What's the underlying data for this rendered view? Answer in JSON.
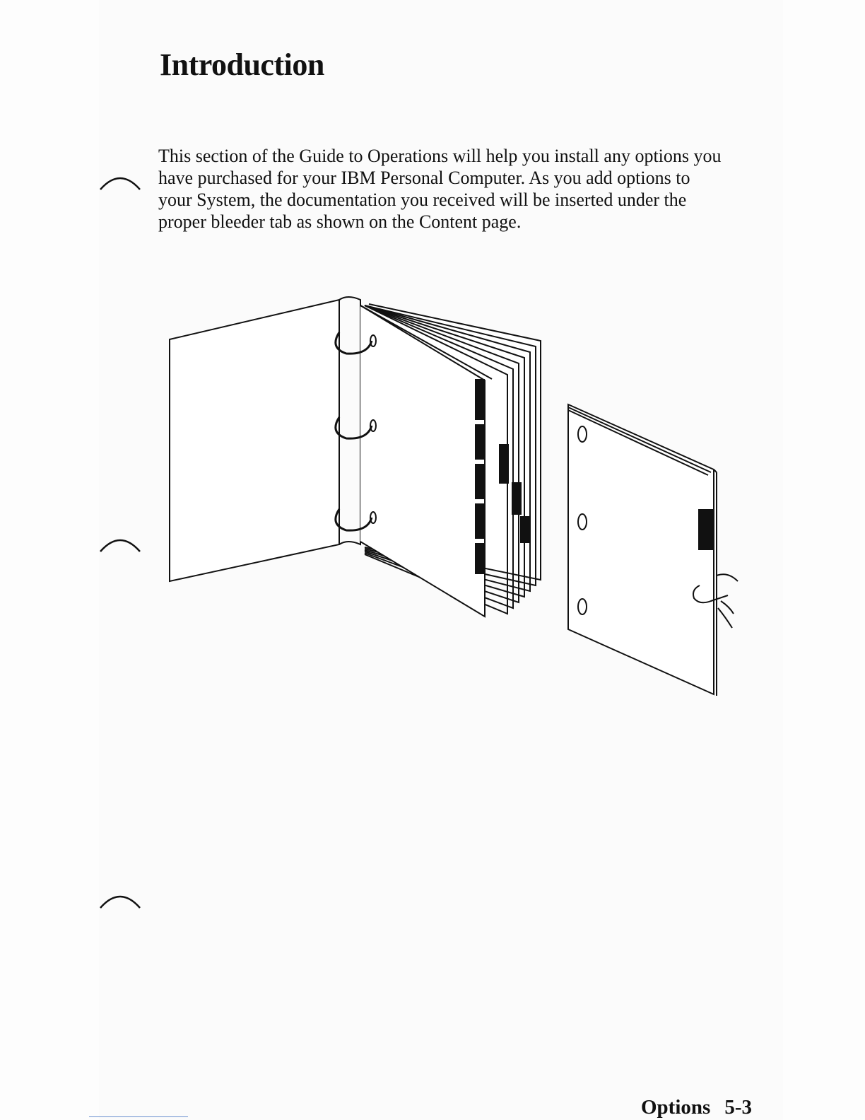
{
  "document": {
    "title": "Introduction",
    "paragraph": "This section of the Guide to Operations will help you install any options you have purchased for your IBM Personal Computer. As you add options to your System, the documentation you received will be inserted under the proper bleeder tab as shown on the Content page."
  },
  "footer": {
    "section": "Options",
    "page_number": "5-3"
  },
  "illustration": {
    "icon": "binder-with-tabbed-pages-illustration"
  }
}
